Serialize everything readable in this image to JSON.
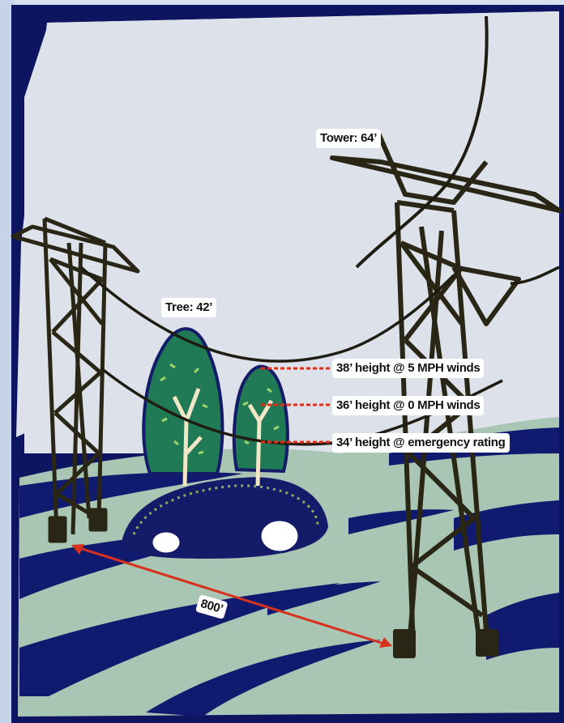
{
  "labels": {
    "tower_height": "Tower: 64’",
    "tree_height": "Tree: 42’",
    "clearance_5mph": "38’ height @ 5 MPH winds",
    "clearance_0mph": "36’ height @ 0 MPH winds",
    "clearance_emergency": "34’ height @ emergency rating",
    "span_length": "800’"
  },
  "colors": {
    "frame": "#0d1560",
    "sky": "#dde1ea",
    "ground": "#a9c6b4",
    "ground_shadow": "#101a6e",
    "tower": "#2a2615",
    "conductor": "#1f1c12",
    "tree": "#1f7a55",
    "measure_line": "#d8321f"
  }
}
